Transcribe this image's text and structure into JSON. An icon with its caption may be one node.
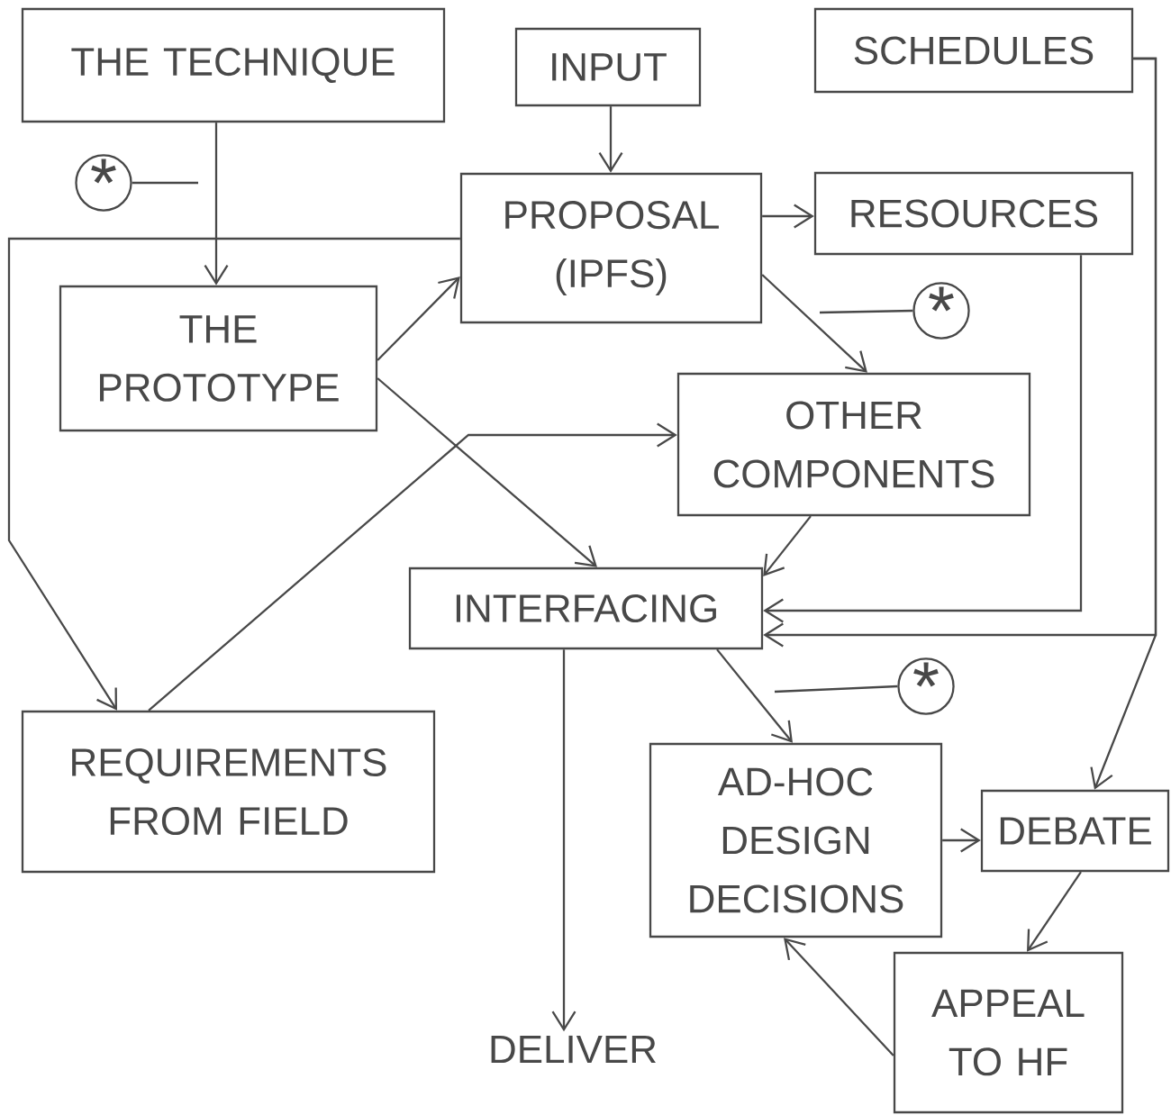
{
  "diagram": {
    "nodes": [
      {
        "text": [
          "THE TECHNIQUE"
        ]
      },
      {
        "text": [
          "INPUT"
        ]
      },
      {
        "text": [
          "SCHEDULES"
        ]
      },
      {
        "text": [
          "PROPOSAL (IPFS)"
        ]
      },
      {
        "text": [
          "RESOURCES"
        ]
      },
      {
        "text": [
          "THE PROTOTYPE"
        ]
      },
      {
        "text": [
          "OTHER COMPONENTS"
        ]
      },
      {
        "text": [
          "INTERFACING"
        ]
      },
      {
        "text": [
          "REQUIREMENTS FROM FIELD"
        ]
      },
      {
        "text": [
          "AD-HOC DESIGN DECISIONS"
        ]
      },
      {
        "text": [
          "DEBATE"
        ]
      },
      {
        "text": [
          "APPEAL TO HF"
        ]
      },
      {
        "text": [
          "DELIVER"
        ]
      },
      {
        "text": [
          "*"
        ]
      },
      {
        "text": [
          "*"
        ]
      },
      {
        "text": [
          "*"
        ]
      }
    ],
    "edges": [
      {
        "from": 0,
        "to": 5,
        "arrow": "to"
      },
      {
        "from": 1,
        "to": 3,
        "arrow": "to"
      },
      {
        "from": 3,
        "to": 4,
        "arrow": "to"
      },
      {
        "from": 5,
        "to": 3,
        "arrow": "to"
      },
      {
        "from": 3,
        "to": 6,
        "arrow": "to"
      },
      {
        "from": 5,
        "to": 7,
        "arrow": "to"
      },
      {
        "from": 8,
        "to": 6,
        "arrow": "to"
      },
      {
        "from": 3,
        "to": 8,
        "arrow": "to"
      },
      {
        "from": 6,
        "to": 7,
        "arrow": "to"
      },
      {
        "from": 4,
        "to": 7,
        "arrow": "to"
      },
      {
        "from": 2,
        "to": 7,
        "arrow": "to"
      },
      {
        "from": 2,
        "to": 10,
        "arrow": "to"
      },
      {
        "from": 7,
        "to": 12,
        "arrow": "to"
      },
      {
        "from": 7,
        "to": 9,
        "arrow": "to"
      },
      {
        "from": 9,
        "to": 10,
        "arrow": "to"
      },
      {
        "from": 10,
        "to": 11,
        "arrow": "to"
      },
      {
        "from": 11,
        "to": 9,
        "arrow": "to"
      },
      {
        "from": 13,
        "to": null,
        "arrow": "none"
      },
      {
        "from": 14,
        "to": null,
        "arrow": "none"
      },
      {
        "from": 15,
        "to": null,
        "arrow": "none"
      }
    ]
  }
}
